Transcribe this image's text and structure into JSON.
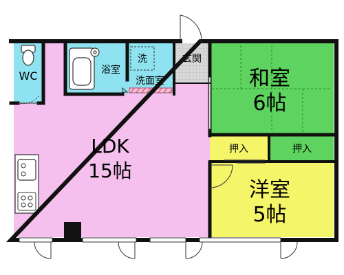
{
  "rooms": {
    "wc": "WC",
    "bath": "浴室",
    "washer": "洗",
    "washroom": "洗面室",
    "entrance": "玄関",
    "washitsu": {
      "name": "和室",
      "size": "6帖"
    },
    "oshiire_left": "押入",
    "oshiire_right": "押入",
    "youshitsu": {
      "name": "洋室",
      "size": "5帖"
    },
    "ldk": {
      "name": "LDK",
      "size": "15帖"
    }
  },
  "colors": {
    "ldk": "#f5c0ee",
    "washitsu": "#5fd35f",
    "youshitsu": "#f5f56a",
    "wet": "#8fe3f0",
    "entrance": "#d9d9d9",
    "wall": "#111111"
  }
}
